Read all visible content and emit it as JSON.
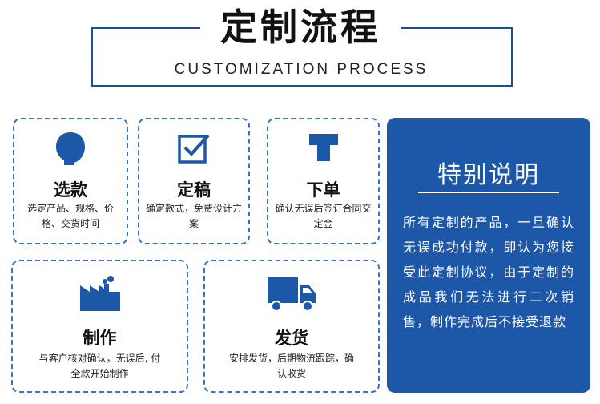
{
  "header": {
    "title_cn": "定制流程",
    "title_en": "CUSTOMIZATION PROCESS"
  },
  "steps": [
    {
      "name": "选款",
      "desc": "选定产品、规格、价格、交货时间",
      "icon": "circle-head-icon"
    },
    {
      "name": "定稿",
      "desc": "确定款式，免费设计方案",
      "icon": "checkbox-icon"
    },
    {
      "name": "下单",
      "desc": "确认无误后签订合同交定金",
      "icon": "tray-icon"
    },
    {
      "name": "制作",
      "desc": "与客户核对确认，无误后, 付全款开始制作",
      "icon": "factory-icon"
    },
    {
      "name": "发货",
      "desc": "安排发货，后期物流跟踪，确认收货",
      "icon": "truck-icon"
    }
  ],
  "note": {
    "title": "特别说明",
    "body": "所有定制的产品，一旦确认无误成功付款，即认为您接受此定制协议，由于定制的成品我们无法进行二次销售，制作完成后不接受退款"
  },
  "colors": {
    "accent": "#1d57a8",
    "border": "#3a72c6",
    "frame": "#1d4f8f"
  }
}
